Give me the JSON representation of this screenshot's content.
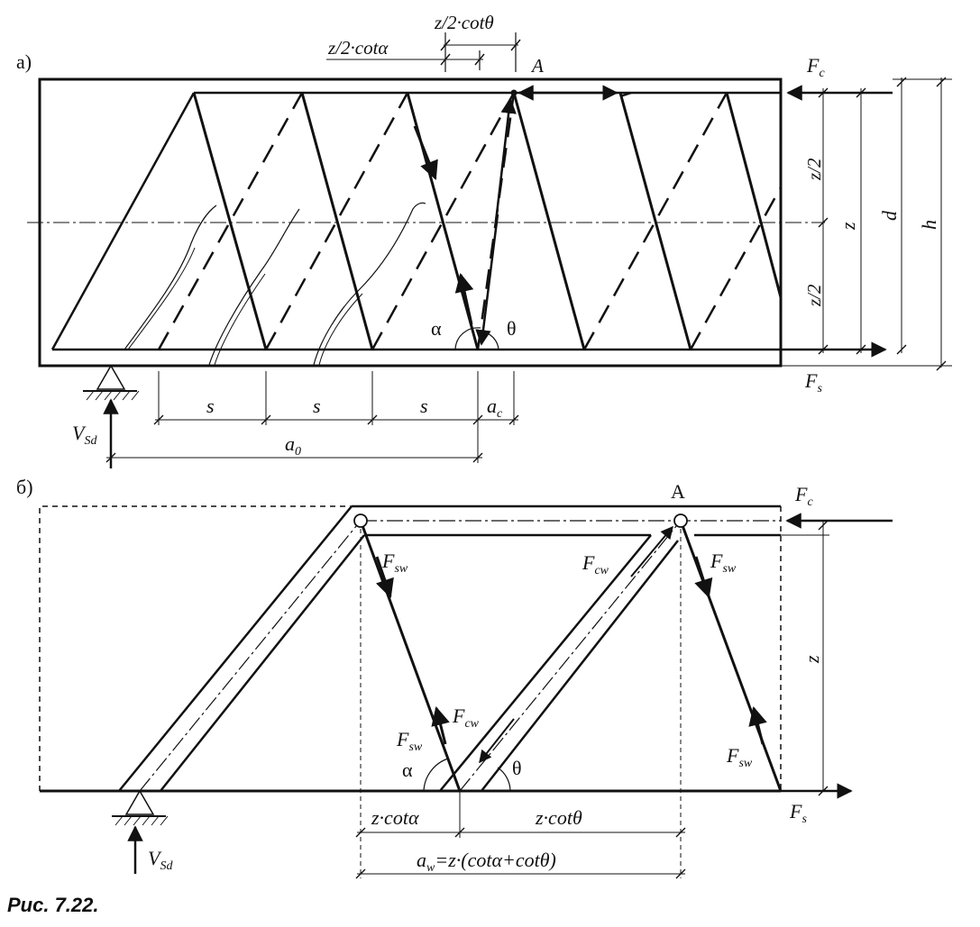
{
  "figure": {
    "caption": "Рис. 7.22.",
    "panel_a_label": "а)",
    "panel_b_label": "б)"
  },
  "panel_a": {
    "dim_top_alpha": "z/2·cotα",
    "dim_top_theta": "z/2·cotθ",
    "point_A": "A",
    "force_top": "F",
    "force_top_sub": "c",
    "force_bottom": "F",
    "force_bottom_sub": "s",
    "dim_half_upper": "z/2",
    "dim_half_lower": "z/2",
    "dim_z": "z",
    "dim_d": "d",
    "dim_h": "h",
    "angle_alpha": "α",
    "angle_theta": "θ",
    "spacing_1": "s",
    "spacing_2": "s",
    "spacing_3": "s",
    "dim_ac": "a",
    "dim_ac_sub": "c",
    "dim_a0": "a",
    "dim_a0_sub": "0",
    "support_force": "V",
    "support_force_sub": "Sd"
  },
  "panel_b": {
    "point_A": "A",
    "force_top": "F",
    "force_top_sub": "c",
    "force_bottom": "F",
    "force_bottom_sub": "s",
    "label_fsw_1": "F",
    "label_fsw_1_sub": "sw",
    "label_fsw_2": "F",
    "label_fsw_2_sub": "sw",
    "label_fsw_3": "F",
    "label_fsw_3_sub": "sw",
    "label_fsw_4": "F",
    "label_fsw_4_sub": "sw",
    "label_fcw_1": "F",
    "label_fcw_1_sub": "cw",
    "label_fcw_2": "F",
    "label_fcw_2_sub": "cw",
    "dim_z": "z",
    "angle_alpha": "α",
    "angle_theta": "θ",
    "dim_zcot_alpha": "z·cotα",
    "dim_zcot_theta": "z·cotθ",
    "dim_aw": "a",
    "dim_aw_sub": "w",
    "dim_aw_rest": "=z·(cotα+cotθ)",
    "support_force": "V",
    "support_force_sub": "Sd"
  }
}
